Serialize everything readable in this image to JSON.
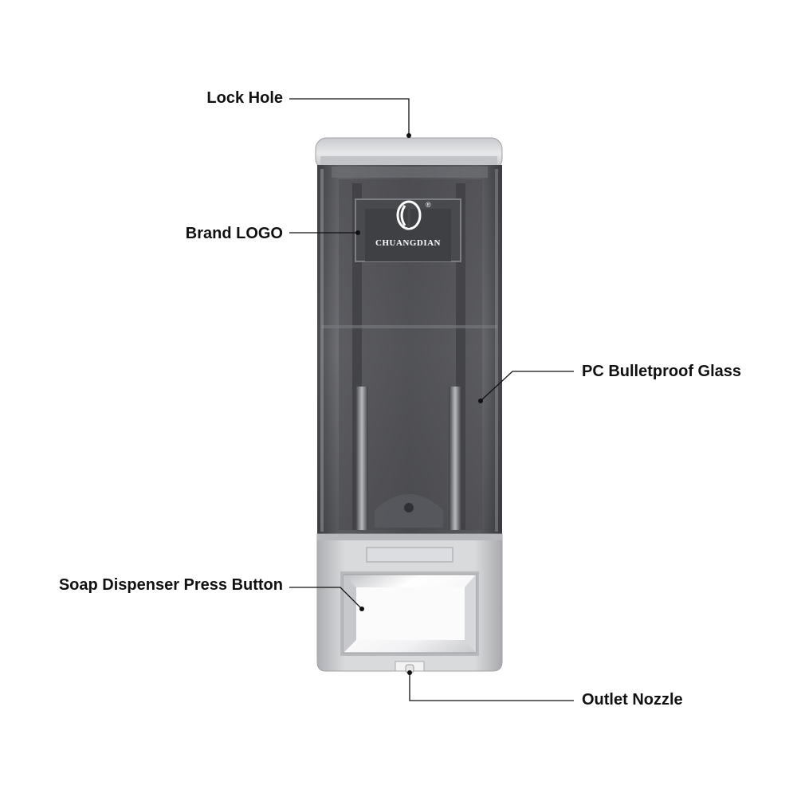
{
  "callouts": {
    "lock_hole": "Lock Hole",
    "brand_logo": "Brand LOGO",
    "glass": "PC Bulletproof Glass",
    "press_button": "Soap Dispenser Press Button",
    "outlet_nozzle": "Outlet Nozzle"
  },
  "product": {
    "brand_name": "CHUANGDIAN",
    "registered_mark": "®",
    "colors": {
      "silver_frame": "#d4d4d6",
      "smoked_window": "#5b5c60",
      "chrome_button": "#f4f4f6",
      "callout_line": "#111111"
    }
  }
}
